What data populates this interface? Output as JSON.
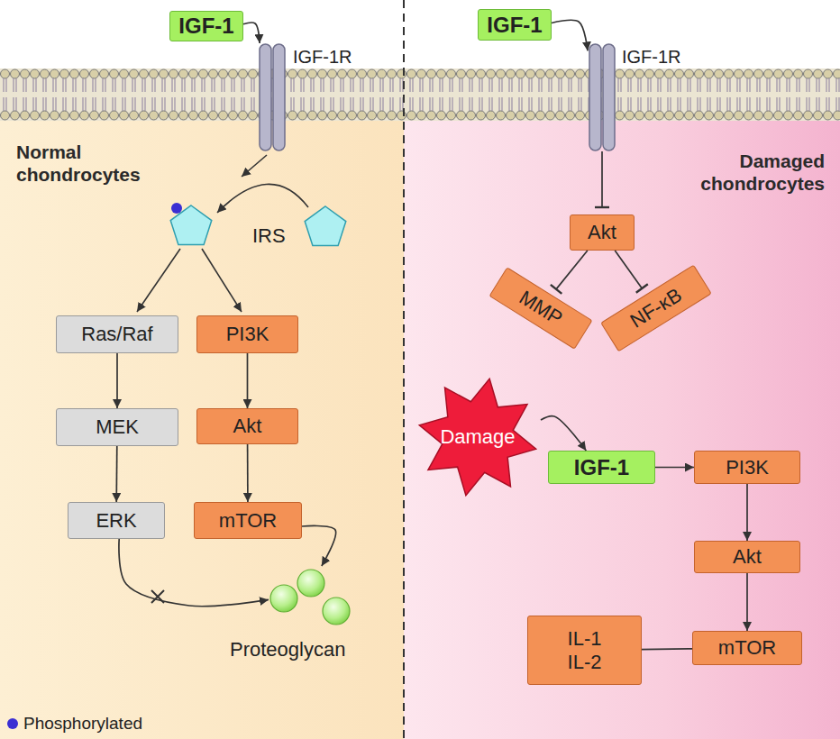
{
  "diagram": {
    "nodes": [
      {
        "text": [
          "IGF-1"
        ]
      },
      {
        "text": [
          "IGF-1R"
        ]
      },
      {
        "text": [
          "IRS"
        ]
      },
      {
        "text": [
          "Ras/Raf"
        ]
      },
      {
        "text": [
          "PI3K"
        ]
      },
      {
        "text": [
          "MEK"
        ]
      },
      {
        "text": [
          "Akt"
        ]
      },
      {
        "text": [
          "ERK"
        ]
      },
      {
        "text": [
          "mTOR"
        ]
      },
      {
        "text": [
          "Proteoglycan"
        ]
      },
      {
        "text": [
          "IGF-1"
        ]
      },
      {
        "text": [
          "IGF-1R"
        ]
      },
      {
        "text": [
          "Akt"
        ]
      },
      {
        "text": [
          "MMP"
        ]
      },
      {
        "text": [
          "NF-κB"
        ]
      },
      {
        "text": [
          "Damage"
        ]
      },
      {
        "text": [
          "IGF-1"
        ]
      },
      {
        "text": [
          "PI3K"
        ]
      },
      {
        "text": [
          "Akt"
        ]
      },
      {
        "text": [
          "IL-1 IL-2"
        ]
      },
      {
        "text": [
          "mTOR"
        ]
      }
    ],
    "edges": [
      {
        "from": 0,
        "to": 1,
        "arrow": "to"
      },
      {
        "from": 3,
        "to": 5,
        "arrow": "to"
      },
      {
        "from": 5,
        "to": 7,
        "arrow": "to"
      },
      {
        "from": 4,
        "to": 6,
        "arrow": "to"
      },
      {
        "from": 6,
        "to": 8,
        "arrow": "to"
      },
      {
        "from": 7,
        "to": 9,
        "arrow": "to"
      },
      {
        "from": 8,
        "to": 9,
        "arrow": "to"
      },
      {
        "from": 10,
        "to": 11,
        "arrow": "to"
      },
      {
        "from": 11,
        "to": 12,
        "arrow": "to"
      },
      {
        "from": 12,
        "to": 13,
        "arrow": "to"
      },
      {
        "from": 12,
        "to": 14,
        "arrow": "to"
      },
      {
        "from": 15,
        "to": 16,
        "arrow": "to"
      },
      {
        "from": 16,
        "to": 17,
        "arrow": "to"
      },
      {
        "from": 17,
        "to": 18,
        "arrow": "to"
      },
      {
        "from": 18,
        "to": 20,
        "arrow": "to"
      },
      {
        "from": 19,
        "to": 20,
        "arrow": "none"
      }
    ],
    "labels": [
      "Normal chondrocytes",
      "Damaged chondrocytes"
    ],
    "legend": [
      {
        "text": "Phosphorylated",
        "color": "#3b2fd3"
      }
    ]
  }
}
